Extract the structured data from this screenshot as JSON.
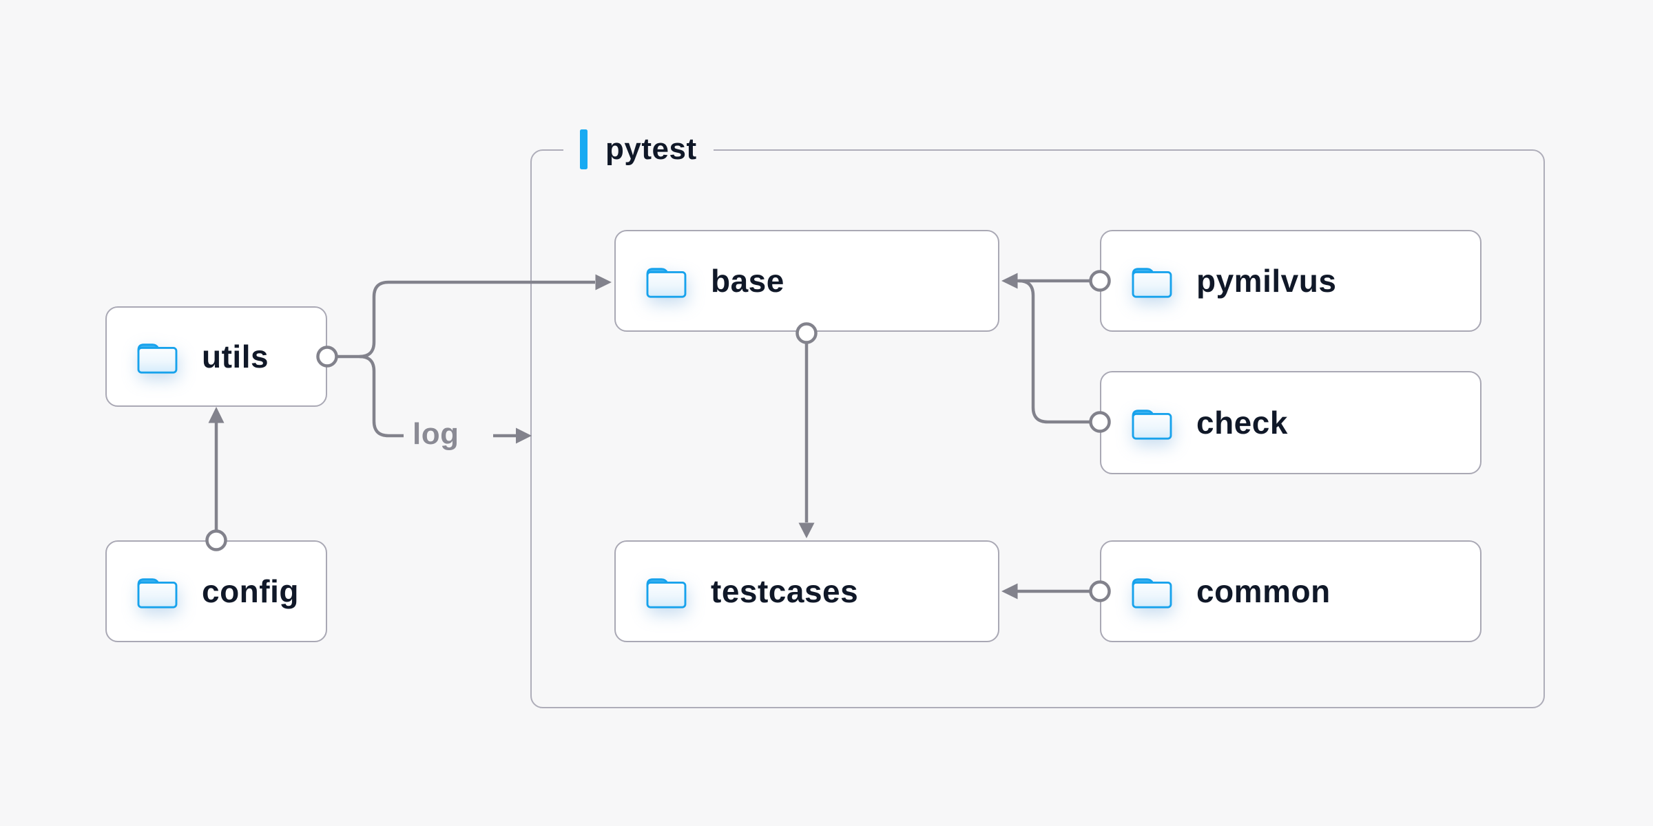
{
  "diagram": {
    "group": {
      "label": "pytest"
    },
    "nodes": {
      "utils": {
        "label": "utils",
        "icon": "folder-icon",
        "inside_group": false
      },
      "config": {
        "label": "config",
        "icon": "folder-icon",
        "inside_group": false
      },
      "base": {
        "label": "base",
        "icon": "folder-icon",
        "inside_group": true
      },
      "pymilvus": {
        "label": "pymilvus",
        "icon": "folder-icon",
        "inside_group": true
      },
      "check": {
        "label": "check",
        "icon": "folder-icon",
        "inside_group": true
      },
      "testcases": {
        "label": "testcases",
        "icon": "folder-icon",
        "inside_group": true
      },
      "common": {
        "label": "common",
        "icon": "folder-icon",
        "inside_group": true
      }
    },
    "edges": [
      {
        "from": "config",
        "to": "utils",
        "label": ""
      },
      {
        "from": "utils",
        "to": "base",
        "label": ""
      },
      {
        "from": "utils",
        "to": "pytest",
        "label": "log"
      },
      {
        "from": "base",
        "to": "testcases",
        "label": ""
      },
      {
        "from": "pymilvus",
        "to": "base",
        "label": ""
      },
      {
        "from": "check",
        "to": "base",
        "label": ""
      },
      {
        "from": "common",
        "to": "testcases",
        "label": ""
      }
    ],
    "edge_label_log": "log",
    "colors": {
      "background": "#f7f7f8",
      "node_background": "#ffffff",
      "node_border": "#a9a8b4",
      "group_border": "#aeadb9",
      "connector": "#82828c",
      "accent_blue": "#18aaf2",
      "folder_blue": "#17a2ec",
      "folder_fill_light": "#d5ecfb",
      "label_text": "#101828",
      "muted_text": "#8a8a94"
    }
  }
}
